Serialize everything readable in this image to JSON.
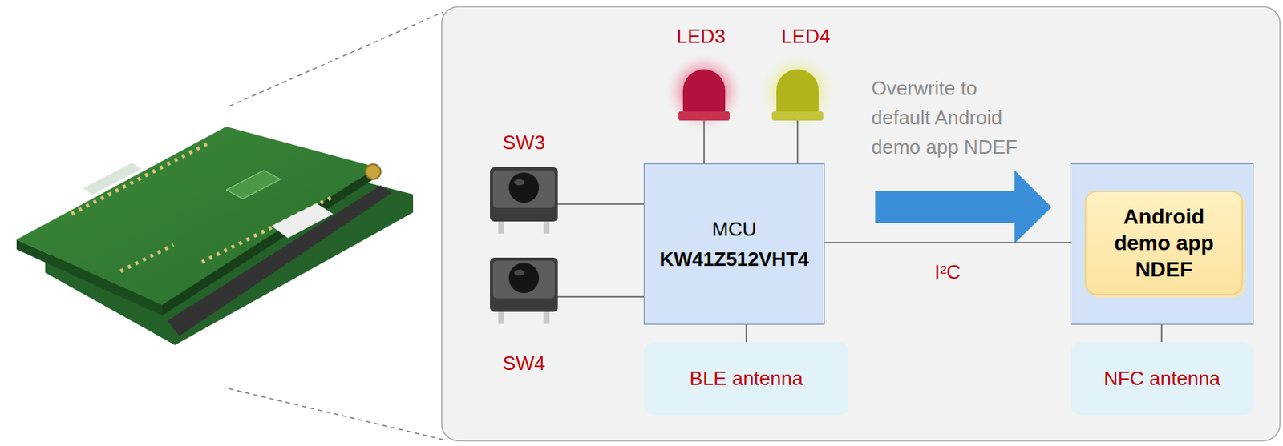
{
  "diagram": {
    "nodes": [
      {
        "text": [
          "MCU",
          "KW41Z512VHT4"
        ]
      },
      {
        "text": []
      },
      {
        "text": [
          "Android demo app NDEF"
        ],
        "in": 1
      },
      {
        "text": [
          "BLE antenna"
        ]
      },
      {
        "text": [
          "NFC antenna"
        ]
      }
    ],
    "edges": [
      {
        "from": 0,
        "to": 1,
        "arrow": "none",
        "label": "I²C"
      },
      {
        "from": 0,
        "to": 3,
        "arrow": "none"
      },
      {
        "from": 1,
        "to": 4,
        "arrow": "none"
      }
    ],
    "labels": [
      "LED3",
      "LED4",
      "SW3",
      "SW4",
      "Overwrite to default Android demo app NDEF"
    ]
  }
}
